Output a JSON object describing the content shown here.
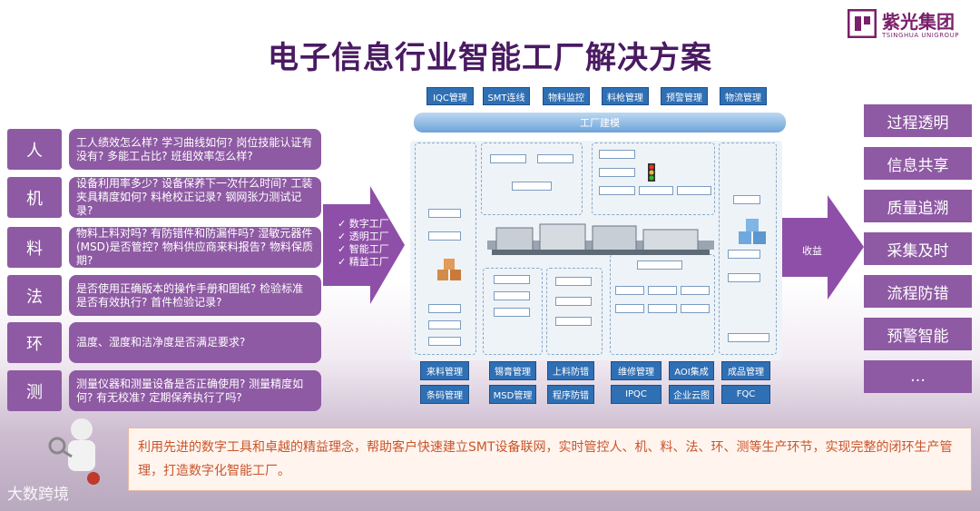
{
  "header": {
    "title": "电子信息行业智能工厂解决方案",
    "logo_name": "紫光集团",
    "logo_sub": "TSINGHUA UNIGROUP"
  },
  "left_rows": [
    {
      "label": "人",
      "question": "工人绩效怎么样? 学习曲线如何? 岗位技能认证有没有? 多能工占比? 班组效率怎么样?"
    },
    {
      "label": "机",
      "question": "设备利用率多少? 设备保养下一次什么时间? 工装夹具精度如何? 料枪校正记录? 钢网张力测试记录?"
    },
    {
      "label": "料",
      "question": "物料上料对吗? 有防错件和防漏件吗? 湿敏元器件(MSD)是否管控? 物料供应商来料报告? 物料保质期?"
    },
    {
      "label": "法",
      "question": "是否使用正确版本的操作手册和图纸? 检验标准是否有效执行? 首件检验记录?"
    },
    {
      "label": "环",
      "question": "温度、湿度和洁净度是否满足要求?"
    },
    {
      "label": "测",
      "question": "测量仪器和测量设备是否正确使用? 测量精度如何? 有无校准? 定期保养执行了吗?"
    }
  ],
  "arrow_items": [
    "数字工厂",
    "透明工厂",
    "智能工厂",
    "精益工厂"
  ],
  "top_buttons": [
    "IQC管理",
    "SMT连线",
    "物料监控",
    "料枪管理",
    "预警管理",
    "物流管理"
  ],
  "factory_bar": "工厂建模",
  "bottom_buttons": [
    [
      "来料管理",
      "条码管理"
    ],
    [
      "锡膏管理",
      "MSD管理"
    ],
    [
      "上料防错",
      "程序防错"
    ],
    [
      "维修管理",
      "IPQC"
    ],
    [
      "AOI集成",
      "企业云图"
    ],
    [
      "成品管理",
      "FQC"
    ]
  ],
  "yield_label": "收益",
  "right_buttons": [
    "过程透明",
    "信息共享",
    "质量追溯",
    "采集及时",
    "流程防错",
    "预警智能",
    "…"
  ],
  "bottom_text": "利用先进的数字工具和卓越的精益理念，帮助客户快速建立SMT设备联网，实时管控人、机、料、法、环、测等生产环节，实现完整的闭环生产管理，打造数字化智能工厂。",
  "watermark": "大数跨境",
  "colors": {
    "purple": "#8e5aa3",
    "title": "#4a1a62",
    "blue": "#2f6fb4",
    "orange_text": "#c9552a"
  }
}
